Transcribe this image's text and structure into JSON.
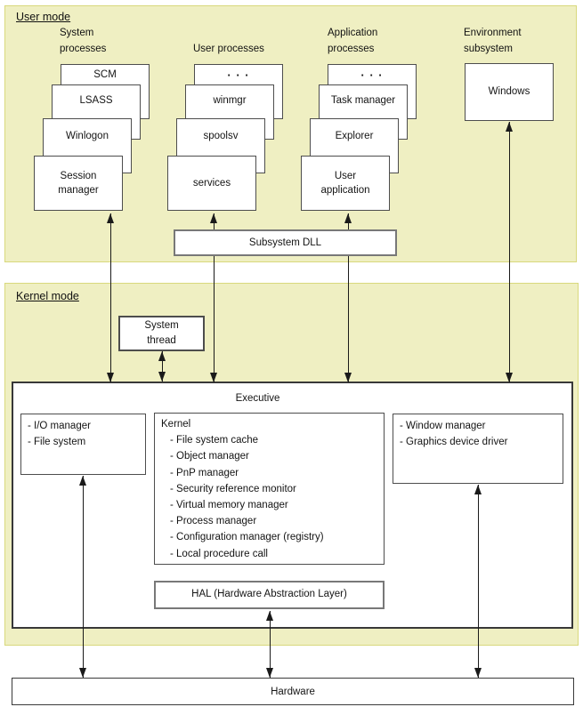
{
  "diagram": {
    "user_mode": {
      "label": "User mode",
      "columns": [
        {
          "header": "System processes",
          "boxes": [
            "SCM",
            "LSASS",
            "Winlogon",
            "Session manager"
          ]
        },
        {
          "header": "User processes",
          "boxes": [
            "· · ·",
            "winmgr",
            "spoolsv",
            "services"
          ]
        },
        {
          "header": "Application processes",
          "boxes": [
            "· · ·",
            "Task manager",
            "Explorer",
            "User application"
          ]
        },
        {
          "header": "Environment subsystem",
          "boxes": [
            "Windows"
          ]
        }
      ],
      "subsystem_dll": "Subsystem DLL"
    },
    "kernel_mode": {
      "label": "Kernel mode",
      "system_thread": "System thread",
      "executive": {
        "label": "Executive",
        "io_box": [
          "- I/O manager",
          "- File system"
        ],
        "kernel_box": {
          "title": "Kernel",
          "items": [
            "- File system cache",
            "- Object manager",
            "- PnP manager",
            "- Security reference monitor",
            "- Virtual memory manager",
            "- Process manager",
            "- Configuration manager (registry)",
            "- Local procedure call"
          ]
        },
        "window_box": [
          "- Window manager",
          "- Graphics device driver"
        ],
        "hal": "HAL (Hardware Abstraction Layer)"
      }
    },
    "hardware": "Hardware",
    "colors": {
      "panel_fill": "#efefc2",
      "panel_border": "#d8d87c",
      "box_border": "#4d4d4d",
      "strong_border": "#383838",
      "mid_border": "#787878",
      "arrow": "#1a1a1a"
    }
  }
}
